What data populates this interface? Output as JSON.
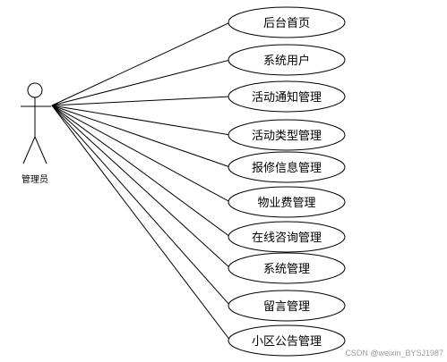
{
  "actor": {
    "label": "管理员"
  },
  "use_cases": [
    {
      "label": "后台首页"
    },
    {
      "label": "系统用户"
    },
    {
      "label": "活动通知管理"
    },
    {
      "label": "活动类型管理"
    },
    {
      "label": "报修信息管理"
    },
    {
      "label": "物业费管理"
    },
    {
      "label": "在线咨询管理"
    },
    {
      "label": "系统管理"
    },
    {
      "label": "留言管理"
    },
    {
      "label": "小区公告管理"
    }
  ],
  "watermark": "CSDN @weixin_BYSJ1987"
}
